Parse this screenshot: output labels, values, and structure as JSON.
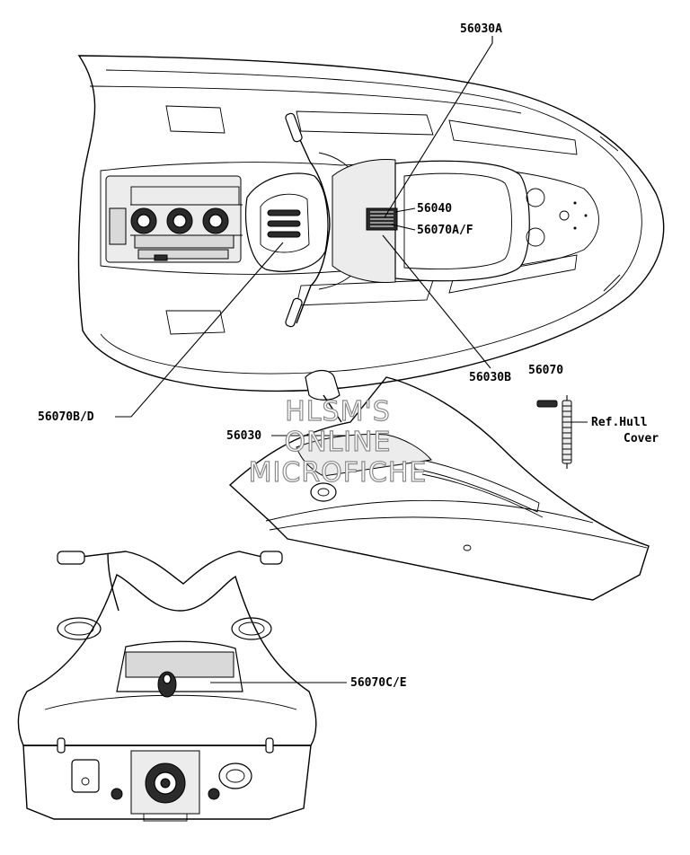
{
  "callouts": {
    "c_56030A": "56030A",
    "c_56040": "56040",
    "c_56070AF": "56070A/F",
    "c_56030B": "56030B",
    "c_56070BD": "56070B/D",
    "c_56070": "56070",
    "c_56030": "56030",
    "c_refhull_1": "Ref.Hull",
    "c_refhull_2": "Cover",
    "c_56070CE": "56070C/E"
  },
  "watermark": {
    "line1": "HLSM'S",
    "line2": "ONLINE",
    "line3": "MICROFICHE"
  }
}
